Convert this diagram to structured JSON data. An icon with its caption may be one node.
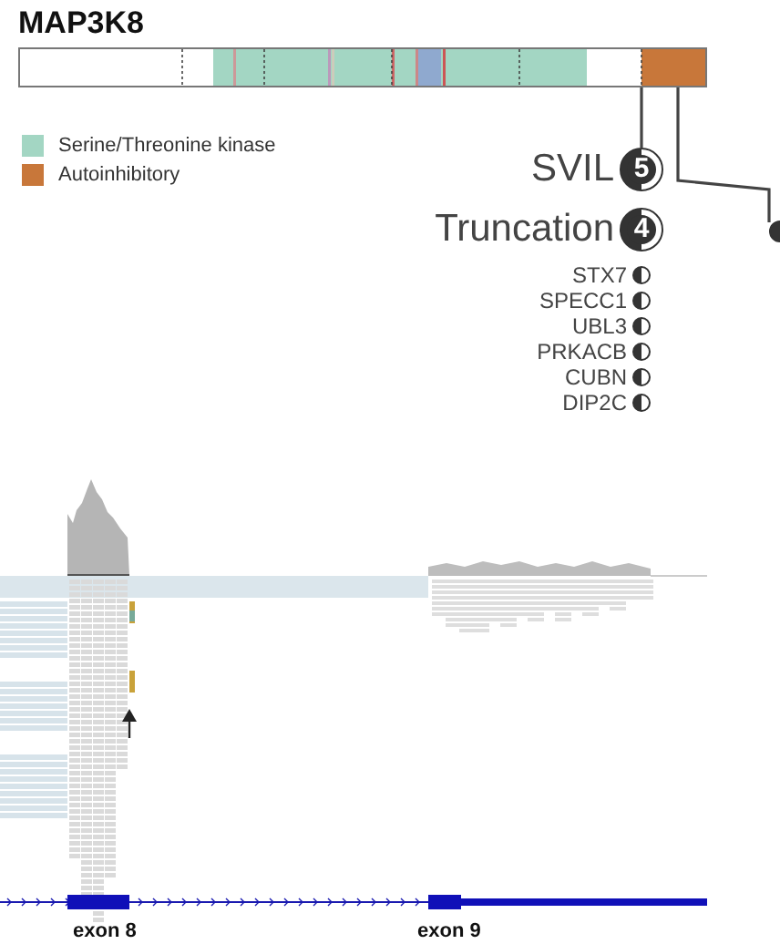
{
  "diagram": {
    "title": "MAP3K8",
    "nodes": [
      {
        "text": [],
        "shape": "bar"
      },
      {
        "text": [
          "5"
        ],
        "beside": [
          "SVIL"
        ]
      },
      {
        "text": [
          "4"
        ],
        "beside": [
          "Truncation"
        ]
      },
      {
        "text": [],
        "shape": "circle",
        "beside": [
          "STX7"
        ]
      },
      {
        "text": [],
        "shape": "circle",
        "beside": [
          "SPECC1"
        ]
      },
      {
        "text": [],
        "shape": "circle",
        "beside": [
          "UBL3"
        ]
      },
      {
        "text": [],
        "shape": "circle",
        "beside": [
          "PRKACB"
        ]
      },
      {
        "text": [],
        "shape": "circle",
        "beside": [
          "CUBN"
        ]
      },
      {
        "text": [],
        "shape": "circle",
        "beside": [
          "DIP2C"
        ]
      },
      {
        "text": [],
        "shape": "circle"
      }
    ],
    "edges": [
      {
        "from": 0,
        "to": 1,
        "arrow": "none"
      },
      {
        "from": 0,
        "to": 9,
        "arrow": "none"
      }
    ],
    "labels": [
      "exon 8",
      "exon 9"
    ],
    "legend": [
      {
        "text": "Serine/Threonine kinase",
        "color": "#a3d6c3"
      },
      {
        "text": "Autoinhibitory",
        "color": "#c8773a"
      }
    ]
  }
}
